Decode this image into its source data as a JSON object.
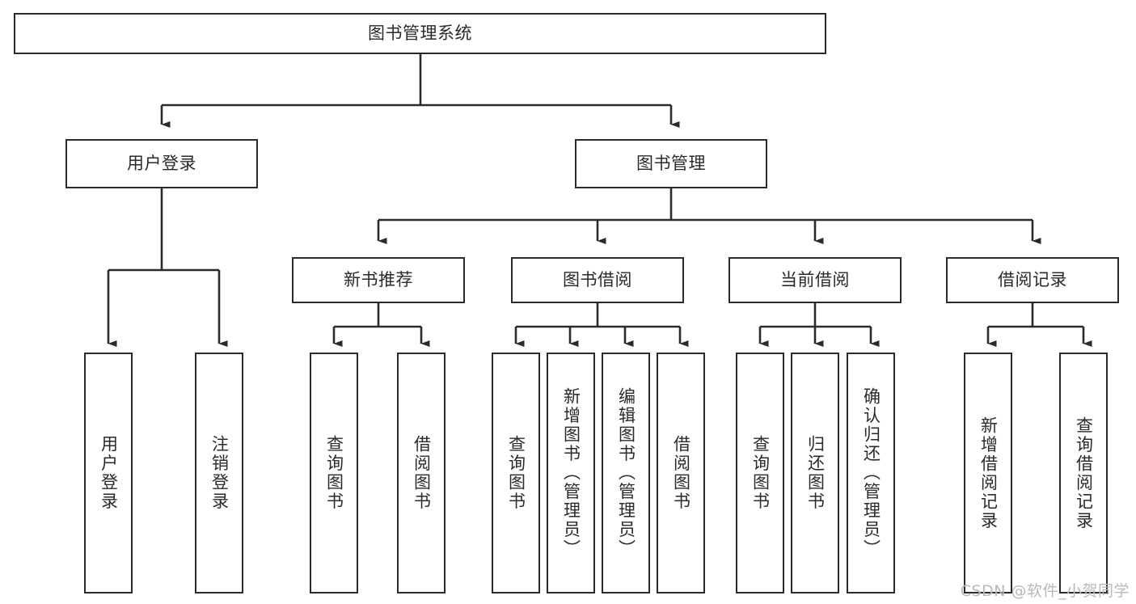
{
  "diagram": {
    "type": "tree-hierarchy-diagram",
    "title": "图书管理系统",
    "watermark": "CSDN @软件_小贺同学",
    "colors": {
      "stroke": "#2b2b2b",
      "fill": "#ffffff",
      "text": "#2a2a2a",
      "watermark": "#b9b9b9"
    },
    "nodes": {
      "root": {
        "label": "图书管理系统"
      },
      "level2": [
        {
          "id": "user-login",
          "label": "用户登录"
        },
        {
          "id": "book-manage",
          "label": "图书管理"
        }
      ],
      "level3": [
        {
          "id": "new-book-recommend",
          "label": "新书推荐"
        },
        {
          "id": "book-borrow",
          "label": "图书借阅"
        },
        {
          "id": "current-borrow",
          "label": "当前借阅"
        },
        {
          "id": "borrow-record",
          "label": "借阅记录"
        }
      ],
      "leaves": [
        {
          "id": "leaf-user-login",
          "label": "用户登录",
          "parent": "user-login"
        },
        {
          "id": "leaf-logout-login",
          "label": "注销登录",
          "parent": "user-login"
        },
        {
          "id": "leaf-query-book-1",
          "label": "查询图书",
          "parent": "new-book-recommend"
        },
        {
          "id": "leaf-borrow-book-1",
          "label": "借阅图书",
          "parent": "new-book-recommend"
        },
        {
          "id": "leaf-query-book-2",
          "label": "查询图书",
          "parent": "book-borrow"
        },
        {
          "id": "leaf-add-book",
          "label": "新增图书（管理员）",
          "parent": "book-borrow"
        },
        {
          "id": "leaf-edit-book",
          "label": "编辑图书（管理员）",
          "parent": "book-borrow"
        },
        {
          "id": "leaf-borrow-book-2",
          "label": "借阅图书",
          "parent": "book-borrow"
        },
        {
          "id": "leaf-query-book-3",
          "label": "查询图书",
          "parent": "current-borrow"
        },
        {
          "id": "leaf-return-book",
          "label": "归还图书",
          "parent": "current-borrow"
        },
        {
          "id": "leaf-confirm-return",
          "label": "确认归还（管理员）",
          "parent": "current-borrow"
        },
        {
          "id": "leaf-add-record",
          "label": "新增借阅记录",
          "parent": "borrow-record"
        },
        {
          "id": "leaf-query-record",
          "label": "查询借阅记录",
          "parent": "borrow-record"
        }
      ]
    }
  }
}
